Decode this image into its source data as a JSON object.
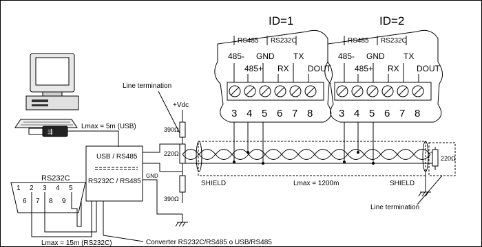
{
  "devices": [
    {
      "id_label": "ID=1",
      "group_labels": [
        "RS485",
        "RS232C"
      ],
      "pin_labels": [
        "485-",
        "485+",
        "GND",
        "RX",
        "TX",
        "DOUT"
      ],
      "terminal_numbers": [
        "3",
        "4",
        "5",
        "6",
        "7",
        "8"
      ]
    },
    {
      "id_label": "ID=2",
      "group_labels": [
        "RS485",
        "RS232C"
      ],
      "pin_labels": [
        "485-",
        "485+",
        "GND",
        "RX",
        "TX",
        "DOUT"
      ],
      "terminal_numbers": [
        "3",
        "4",
        "5",
        "6",
        "7",
        "8"
      ]
    }
  ],
  "labels": {
    "line_termination_top": "Line termination",
    "vdc": "+Vdc",
    "r_top": "390Ω",
    "r_mid": "220Ω",
    "r_bottom": "390Ω",
    "gnd": "GND",
    "usb_rs485": "USB / RS485",
    "rs232_rs485": "RS232C / RS485",
    "lmax_usb": "Lmax = 5m (USB)",
    "rs232c": "RS232C",
    "db9_top_pins": [
      "1",
      "2",
      "3",
      "4",
      "5"
    ],
    "db9_bottom_pins": [
      "6",
      "7",
      "8",
      "9"
    ],
    "lmax_rs232": "Lmax = 15m (RS232C)",
    "converter": "Converter RS232C/RS485 o USB/RS485",
    "shield_left": "SHIELD",
    "lmax_bus": "Lmax = 1200m",
    "shield_right": "SHIELD",
    "r_end": "220Ω",
    "line_termination_bottom": "Line termination"
  }
}
